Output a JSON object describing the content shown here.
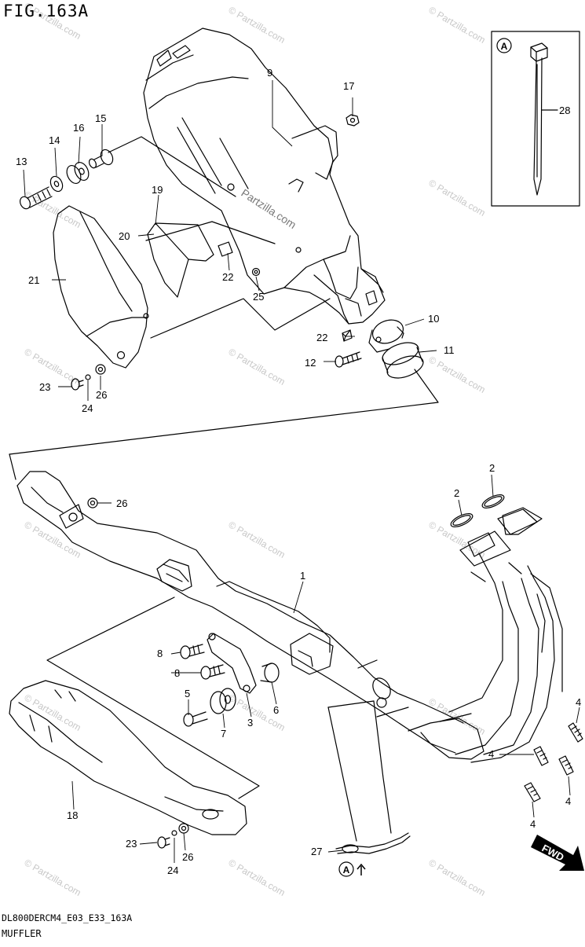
{
  "figure": {
    "title": "FIG.163A",
    "code": "DL800DERCM4_E03_E33_163A",
    "name": "MUFFLER"
  },
  "detail_box": {
    "marker": "A",
    "part": "28"
  },
  "callouts": {
    "p1": "1",
    "p2a": "2",
    "p2b": "2",
    "p3": "3",
    "p4a": "4",
    "p4b": "4",
    "p4c": "4",
    "p4d": "4",
    "p5": "5",
    "p6": "6",
    "p7": "7",
    "p8a": "8",
    "p8b": "8",
    "p9": "9",
    "p10": "10",
    "p11": "11",
    "p12": "12",
    "p13": "13",
    "p14": "14",
    "p15": "15",
    "p16": "16",
    "p17": "17",
    "p18": "18",
    "p19": "19",
    "p20": "20",
    "p21": "21",
    "p22a": "22",
    "p22b": "22",
    "p23a": "23",
    "p23b": "23",
    "p24a": "24",
    "p24b": "24",
    "p25": "25",
    "p26a": "26",
    "p26b": "26",
    "p26c": "26",
    "p27": "27"
  },
  "markers": {
    "a_ref": "A"
  },
  "fwd_arrow": {
    "label": "FWD"
  },
  "watermark": {
    "text": "© Partzilla.com",
    "main": "Partzilla.com"
  }
}
